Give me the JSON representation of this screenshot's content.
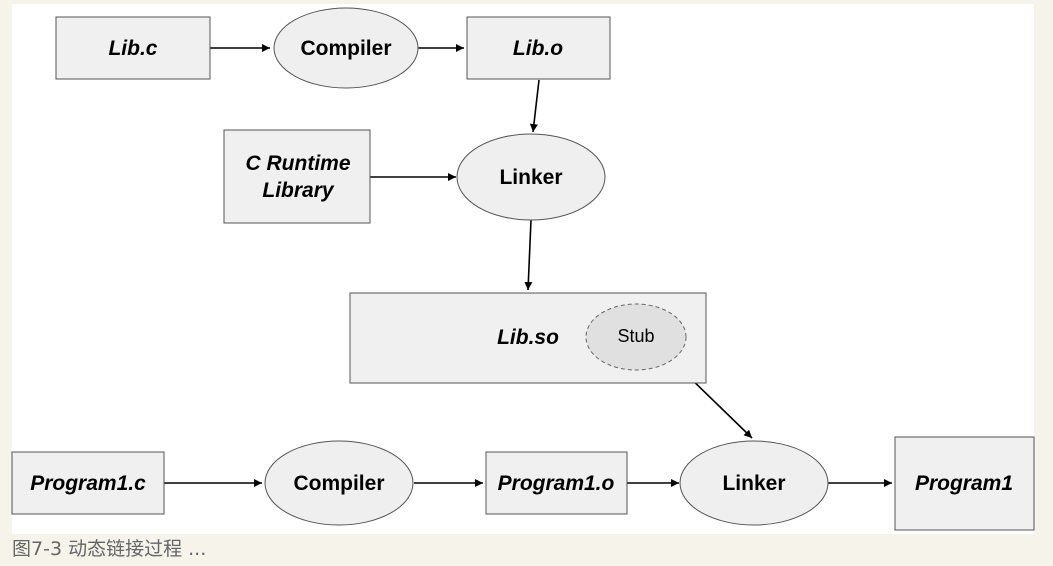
{
  "nodes": {
    "lib_c": "Lib.c",
    "compiler_1": "Compiler",
    "lib_o": "Lib.o",
    "c_runtime_line1": "C Runtime",
    "c_runtime_line2": "Library",
    "linker_1": "Linker",
    "lib_so": "Lib.so",
    "stub": "Stub",
    "program1_c": "Program1.c",
    "compiler_2": "Compiler",
    "program1_o": "Program1.o",
    "linker_2": "Linker",
    "program1": "Program1"
  },
  "caption": "图7-3 动态链接过程 ..."
}
